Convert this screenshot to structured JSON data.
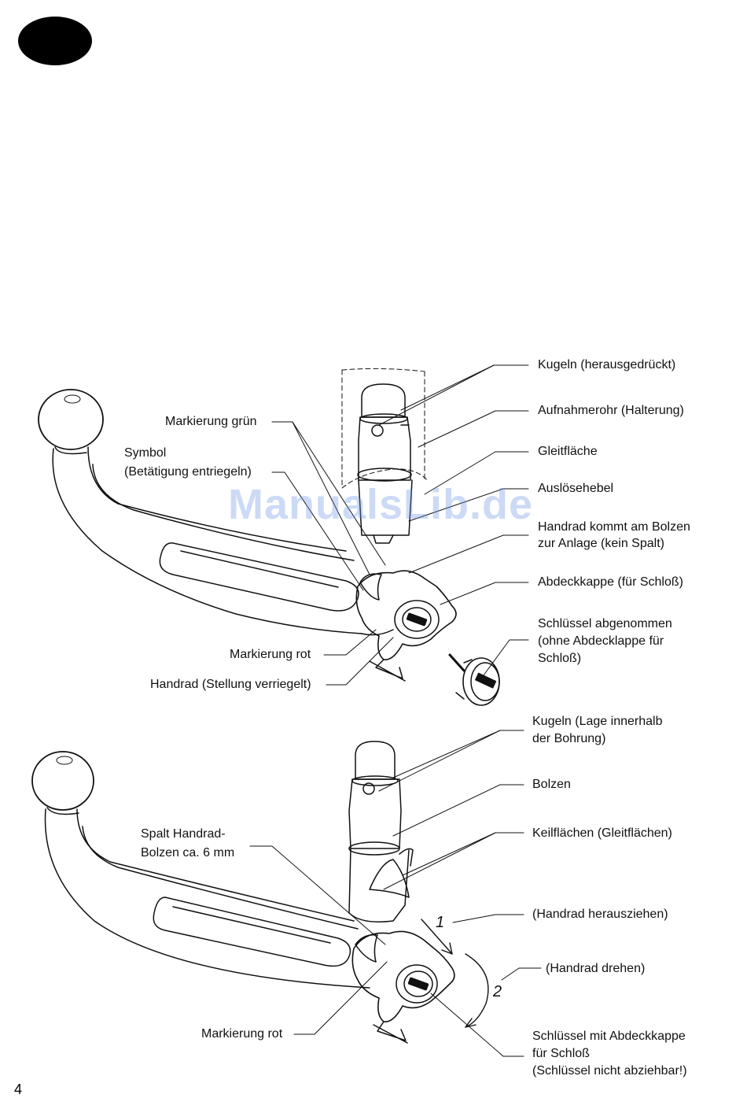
{
  "watermark": "ManualsLib.de",
  "page_number": "4",
  "top_diagram": {
    "labels_right": {
      "kugeln": "Kugeln (herausgedrückt)",
      "aufnahmerohr": "Aufnahmerohr (Halterung)",
      "gleitflaeche": "Gleitfläche",
      "ausloesehebel": "Auslösehebel",
      "handrad_line1": "Handrad kommt am Bolzen",
      "handrad_line2": "zur Anlage (kein Spalt)",
      "abdeckkappe": "Abdeckkappe (für Schloß)",
      "schluessel_line1": "Schlüssel abgenommen",
      "schluessel_line2": "(ohne Abdecklappe für",
      "schluessel_line3": "Schloß)"
    },
    "labels_left": {
      "markierung_gruen": "Markierung grün",
      "symbol_line1": "Symbol",
      "symbol_line2": "(Betätigung entriegeln)",
      "markierung_rot": "Markierung rot",
      "handrad_verriegelt": "Handrad (Stellung verriegelt)"
    }
  },
  "bottom_diagram": {
    "labels_right": {
      "kugeln_line1": "Kugeln (Lage innerhalb",
      "kugeln_line2": "der Bohrung)",
      "bolzen": "Bolzen",
      "keilflaechen": "Keilflächen (Gleitflächen)",
      "herausziehen": "(Handrad herausziehen)",
      "drehen": "(Handrad drehen)",
      "schluessel_line1": "Schlüssel mit Abdeckkappe",
      "schluessel_line2": "für Schloß",
      "schluessel_line3": "(Schlüssel nicht abziehbar!)"
    },
    "labels_left": {
      "spalt_line1": "Spalt Handrad-",
      "spalt_line2": "Bolzen ca. 6 mm",
      "markierung_rot": "Markierung rot"
    },
    "step_numbers": {
      "one": "1",
      "two": "2"
    }
  }
}
